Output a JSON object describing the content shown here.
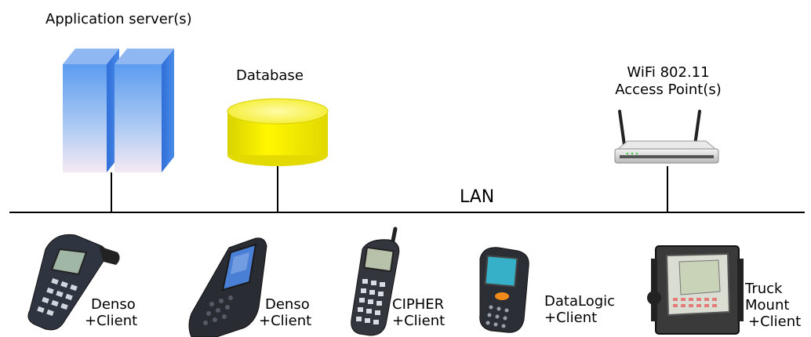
{
  "labels": {
    "app_servers": "Application server(s)",
    "database": "Database",
    "access_point_line1": "WiFi 802.11",
    "access_point_line2": "Access Point(s)",
    "lan": "LAN"
  },
  "devices": [
    {
      "name_line1": "Denso",
      "name_line2": "+Client"
    },
    {
      "name_line1": "Denso",
      "name_line2": "+Client"
    },
    {
      "name_line1": "CIPHER",
      "name_line2": "+Client"
    },
    {
      "name_line1": "DataLogic",
      "name_line2": "+Client"
    },
    {
      "name_line1": "Truck",
      "name_line2": "Mount",
      "name_line3": "+Client"
    }
  ],
  "colors": {
    "server_front_top": "#6aa6f2",
    "server_front_bottom": "#f2e6f2",
    "server_side": "#3b7de0",
    "db_fill": "#f5f000",
    "db_top": "#fffb6a",
    "line": "#000000"
  }
}
